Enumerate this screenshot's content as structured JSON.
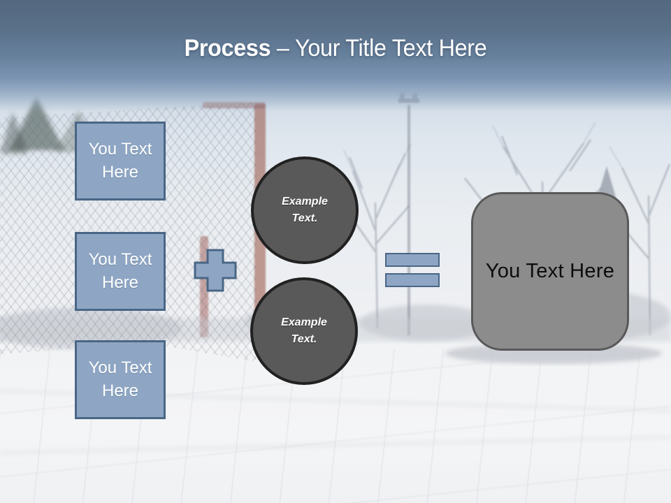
{
  "title": {
    "bold": "Process",
    "separator": "–",
    "rest": "Your Title Text Here"
  },
  "left_boxes": [
    {
      "label": "You Text Here"
    },
    {
      "label": "You Text Here"
    },
    {
      "label": "You Text Here"
    }
  ],
  "circles": [
    {
      "label": "Example Text."
    },
    {
      "label": "Example Text."
    }
  ],
  "result_box": {
    "label": "You Text Here"
  },
  "colors": {
    "accent_blue_fill": "#8ea6c4",
    "accent_blue_border": "#4a6686",
    "circle_fill": "#595959",
    "circle_border": "#212121",
    "result_fill": "#8c8c8c",
    "result_border": "#595959",
    "banner_top": "#54687f",
    "banner_bottom": "#8fa5be",
    "title_text": "#ffffff",
    "goal_post_red": "#8f3f34"
  }
}
